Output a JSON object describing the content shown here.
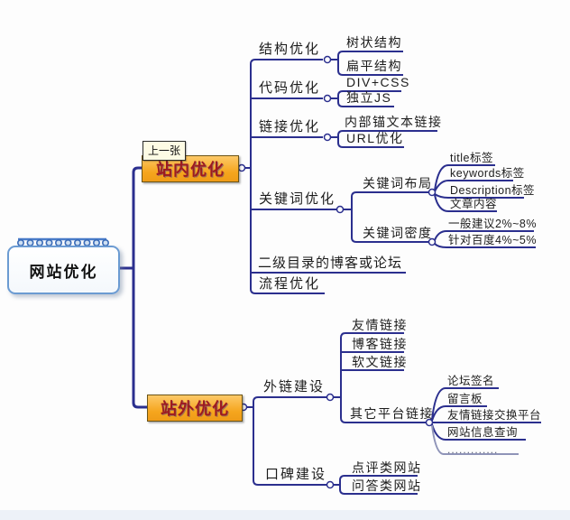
{
  "mindmap": {
    "root": {
      "label": "网站优化"
    },
    "tooltip": {
      "label": "上一张"
    },
    "branches": [
      {
        "label": "站内优化",
        "children": [
          {
            "label": "结构优化",
            "children": [
              {
                "label": "树状结构"
              },
              {
                "label": "扁平结构"
              }
            ]
          },
          {
            "label": "代码优化",
            "children": [
              {
                "label": "DIV+CSS"
              },
              {
                "label": "独立JS"
              }
            ]
          },
          {
            "label": "链接优化",
            "children": [
              {
                "label": "内部锚文本链接"
              },
              {
                "label": "URL优化"
              }
            ]
          },
          {
            "label": "关键词优化",
            "children": [
              {
                "label": "关键词布局",
                "children": [
                  {
                    "label": "title标签"
                  },
                  {
                    "label": "keywords标签"
                  },
                  {
                    "label": "Description标签"
                  },
                  {
                    "label": "文章内容"
                  }
                ]
              },
              {
                "label": "关键词密度",
                "children": [
                  {
                    "label": "一般建议2%~8%"
                  },
                  {
                    "label": "针对百度4%~5%"
                  }
                ]
              }
            ]
          },
          {
            "label": "二级目录的博客或论坛"
          },
          {
            "label": "流程优化"
          }
        ]
      },
      {
        "label": "站外优化",
        "children": [
          {
            "label": "外链建设",
            "children": [
              {
                "label": "友情链接"
              },
              {
                "label": "博客链接"
              },
              {
                "label": "软文链接"
              },
              {
                "label": "其它平台链接",
                "children": [
                  {
                    "label": "论坛签名"
                  },
                  {
                    "label": "留言板"
                  },
                  {
                    "label": "友情链接交换平台"
                  },
                  {
                    "label": "网站信息查询"
                  },
                  {
                    "label": "............."
                  }
                ]
              }
            ]
          },
          {
            "label": "口碑建设",
            "children": [
              {
                "label": "点评类网站"
              },
              {
                "label": "问答类网站"
              }
            ]
          }
        ]
      }
    ],
    "colors": {
      "line": "#2b2f8e",
      "branch_box_bg": "#f5a51d",
      "branch_box_text": "#9c1b22",
      "root_border": "#6b9bd2",
      "spiral_blue": "#3b6cb8",
      "bottom_bar": "#edf1f8"
    }
  }
}
